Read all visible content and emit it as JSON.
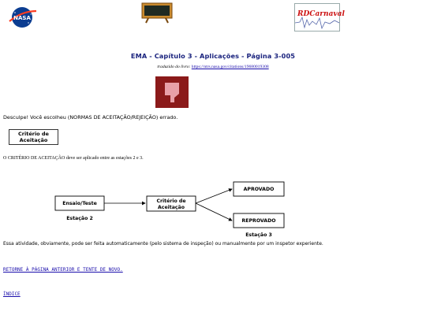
{
  "header": {
    "nasa_logo_text": "NASA",
    "partner_logo_text": "RDCarnaval",
    "title": "EMA - Capítulo 3 - Aplicações - Página 3-005",
    "source_prefix": "traduzido do livro:",
    "source_link": "https://ntrs.nasa.gov/citations/19680019308"
  },
  "feedback": {
    "message": "Desculpe! Você escolheu (NORMAS DE ACEITAÇÃO/REJEIÇÃO) errado.",
    "choice_box_line1": "Critério de",
    "choice_box_line2": "Aceitação",
    "explanation": "O CRITÉRIO DE ACEITAÇÃO deve ser aplicado entre as estações 2 e 3."
  },
  "diagram": {
    "node_test": "Ensaio/Teste",
    "node_criteria_line1": "Critério de",
    "node_criteria_line2": "Aceitação",
    "node_approved": "APROVADO",
    "node_rejected": "REPROVADO",
    "label_station2": "Estação 2",
    "label_station3": "Estação 3"
  },
  "body": {
    "description": "Essa atividade, obviamente, pode ser feita automaticamente (pelo sistema de inspeção) ou manualmente por um inspetor experiente."
  },
  "links": {
    "back": "RETORNE À PÁGINA ANTERIOR E TENTE DE NOVO.",
    "index": "ÍNDICE"
  },
  "colors": {
    "title": "#1a237e",
    "link": "#1a0dab",
    "thumb_bg": "#8b1a1a",
    "thumb_fg": "#e8a0a8"
  }
}
